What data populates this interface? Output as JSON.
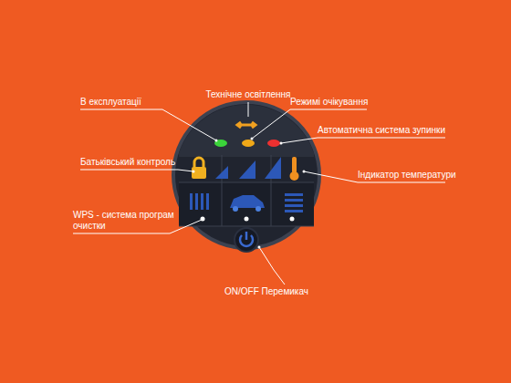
{
  "diagram": {
    "labels": [
      "Технічне освітлення",
      "В експлуатації",
      "Режимі очікування",
      "Автоматична система зупинки",
      "Батьківський контроль",
      "Індикатор температури",
      "WPS - система програм очистки",
      "ON/OFF Перемикач"
    ]
  }
}
